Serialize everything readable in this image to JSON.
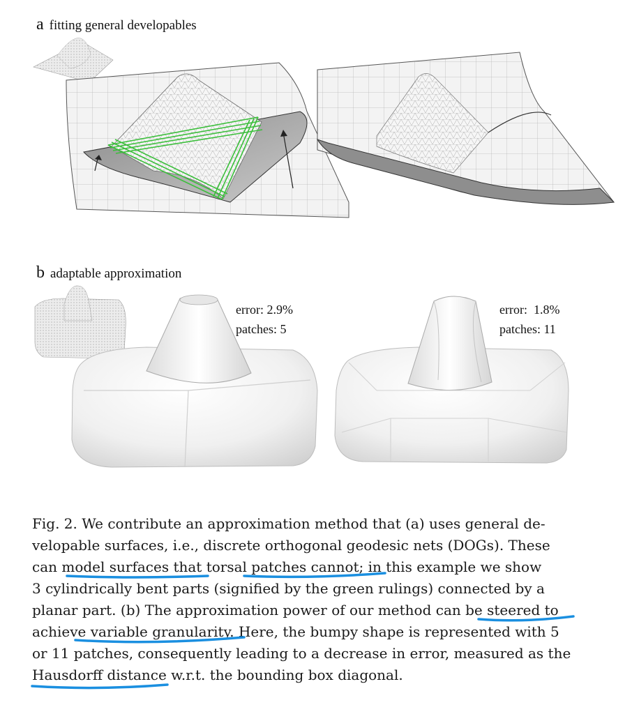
{
  "panel_a": {
    "letter": "a",
    "title": "fitting general developables"
  },
  "panel_b": {
    "letter": "b",
    "title": "adaptable approximation",
    "left": {
      "error_label": "error: 2.9%",
      "patches_label": "patches: 5"
    },
    "right": {
      "error_label": "error:  1.8%",
      "patches_label": "patches: 11"
    }
  },
  "caption_lines": [
    "Fig. 2.  We contribute an approximation method that (a) uses general de-",
    "velopable surfaces, i.e., discrete orthogonal geodesic nets (DOGs). These",
    "can model surfaces that torsal patches cannot; in this example we show",
    "3 cylindrically bent parts (signified by the green rulings) connected by a",
    "planar part. (b) The approximation power of our method can be steered to",
    "achieve variable granularity. Here, the bumpy shape is represented with 5",
    "or 11 patches, consequently leading to a decrease in error, measured as the",
    "Hausdorff distance w.r.t. the bounding box diagonal."
  ],
  "colors": {
    "annotation_blue": "#1a8fe0",
    "ruling_green": "#3bbf3b"
  }
}
